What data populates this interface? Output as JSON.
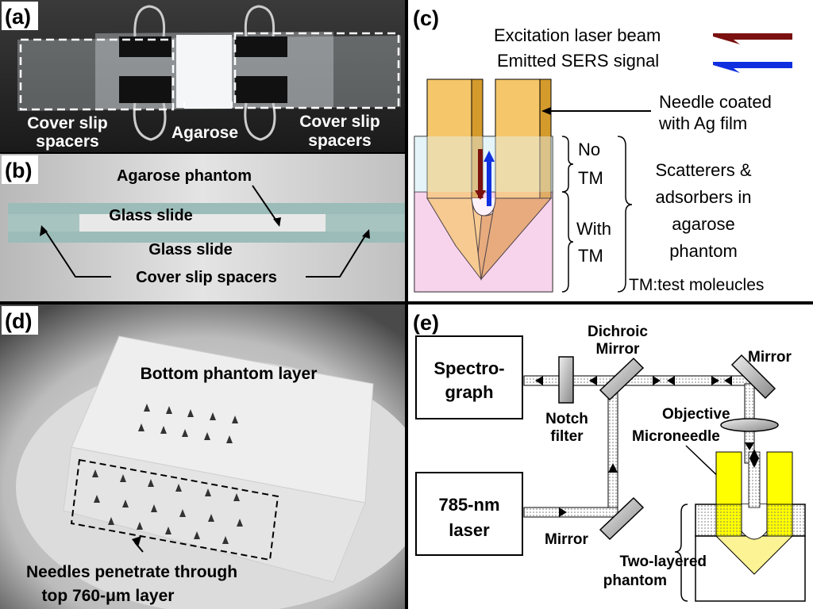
{
  "panel_a": {
    "label": "(a)",
    "left_spacers_line1": "Cover slip",
    "left_spacers_line2": "spacers",
    "agarose": "Agarose",
    "right_spacers_line1": "Cover slip",
    "right_spacers_line2": "spacers"
  },
  "panel_b": {
    "label": "(b)",
    "agarose_phantom": "Agarose phantom",
    "glass_slide_top": "Glass slide",
    "glass_slide_bottom": "Glass slide",
    "cover_slip_spacers": "Cover slip spacers"
  },
  "panel_c": {
    "label": "(c)",
    "excitation": "Excitation laser beam",
    "emitted": "Emitted SERS signal",
    "needle_line1": "Needle coated",
    "needle_line2": "with Ag film",
    "no_tm_1": "No",
    "no_tm_2": "TM",
    "with_tm_1": "With",
    "with_tm_2": "TM",
    "scatter_1": "Scatterers &",
    "scatter_2": "adsorbers in",
    "scatter_3": "agarose",
    "scatter_4": "phantom",
    "tm_def": "TM:test moleucles",
    "colors": {
      "excitation": "#7a1010",
      "emitted": "#1030e0",
      "needle": "#f5c66a",
      "top_layer": "#e4f4f8",
      "bottom_layer": "#f8d4ec"
    }
  },
  "panel_d": {
    "label": "(d)",
    "bottom_layer": "Bottom phantom layer",
    "caption_1": "Needles penetrate through",
    "caption_2": "top 760-μm layer"
  },
  "panel_e": {
    "label": "(e)",
    "spectro_1": "Spectro-",
    "spectro_2": "graph",
    "notch_1": "Notch",
    "notch_2": "filter",
    "dichroic_1": "Dichroic",
    "dichroic_2": "Mirror",
    "mirror_top": "Mirror",
    "objective": "Objective",
    "microneedle": "Microneedle",
    "laser_1": "785-nm",
    "laser_2": "laser",
    "mirror_bottom": "Mirror",
    "phantom_1": "Two-layered",
    "phantom_2": "phantom",
    "colors": {
      "needle": "#ffff00"
    }
  }
}
